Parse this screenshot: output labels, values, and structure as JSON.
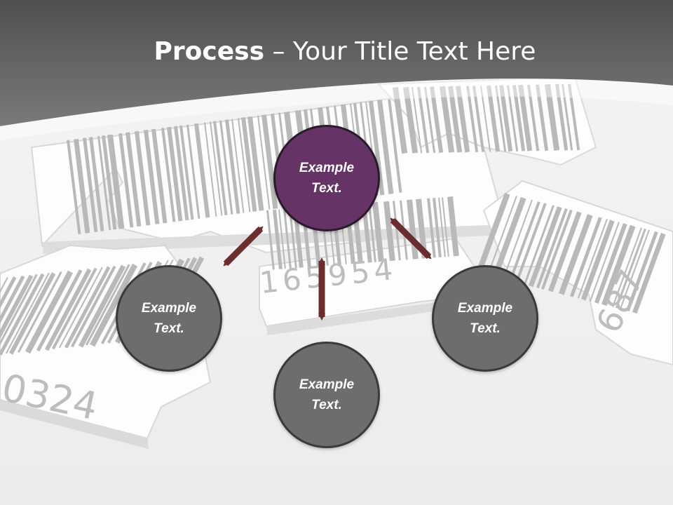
{
  "title": {
    "bold": "Process",
    "rest": " – Your Title Text Here"
  },
  "colors": {
    "header": "#5a5a5a",
    "center_circle": "#663366",
    "outer_circle": "#6d6d6d",
    "arrow": "#6b2e2e"
  },
  "nodes": {
    "center": {
      "line1": "Example",
      "line2": "Text."
    },
    "left": {
      "line1": "Example",
      "line2": "Text."
    },
    "bottom": {
      "line1": "Example",
      "line2": "Text."
    },
    "right": {
      "line1": "Example",
      "line2": "Text."
    }
  },
  "barcode_digits": {
    "left": "0324",
    "middle": "165954",
    "right": "687"
  }
}
